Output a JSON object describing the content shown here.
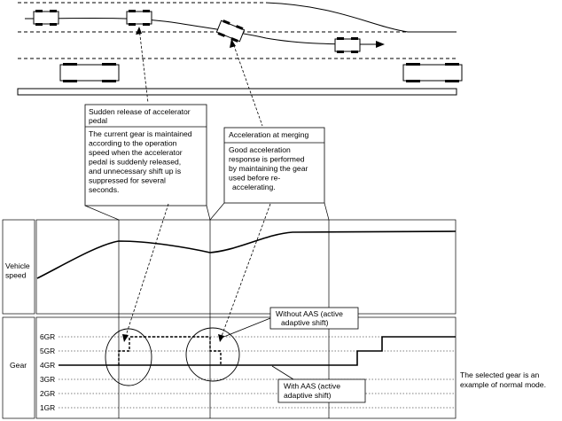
{
  "callout_sudden_release": {
    "title_lines": [
      "Sudden release of accelerator",
      "pedal"
    ],
    "body_lines": [
      "The current gear is maintained",
      "according to the operation",
      "speed when the accelerator",
      "pedal is suddenly released,",
      "and unnecessary shift up is",
      "suppressed for several",
      "seconds."
    ]
  },
  "callout_merging": {
    "title_lines": [
      "Acceleration at merging"
    ],
    "body_lines": [
      "Good acceleration",
      "response is performed",
      "by maintaining the gear",
      "used before re-",
      "accelerating."
    ]
  },
  "speed_panel": {
    "label_lines": [
      "Vehicle",
      "speed"
    ]
  },
  "gear_panel": {
    "label": "Gear",
    "gear_ticks": [
      "6GR",
      "5GR",
      "4GR",
      "3GR",
      "2GR",
      "1GR"
    ]
  },
  "without_aas_lines": [
    "Without AAS (active",
    "adaptive shift)"
  ],
  "with_aas_lines": [
    "With AAS (active",
    "adaptive shift)"
  ],
  "note_lines": [
    "The selected gear is an",
    "example of normal mode."
  ]
}
